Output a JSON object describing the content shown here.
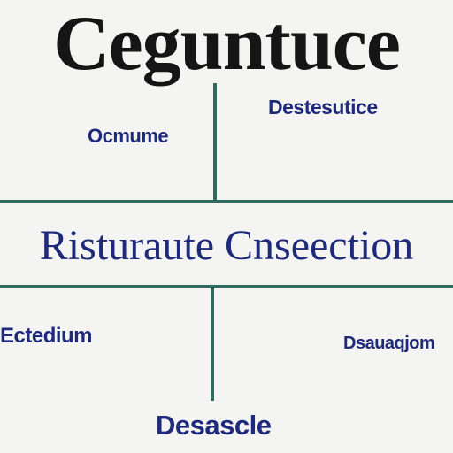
{
  "diagram": {
    "title": "Ceguntuce",
    "center_box": "Risturaute Cnseection",
    "labels": {
      "top_right": "Destesutice",
      "top_left": "Ocmume",
      "bottom_left": "Ectedium",
      "bottom_right": "Dsauaqjom",
      "bottom_center": "Desascle"
    },
    "line_color": "#2f6b5f",
    "text_color": "#1f2a7a"
  }
}
